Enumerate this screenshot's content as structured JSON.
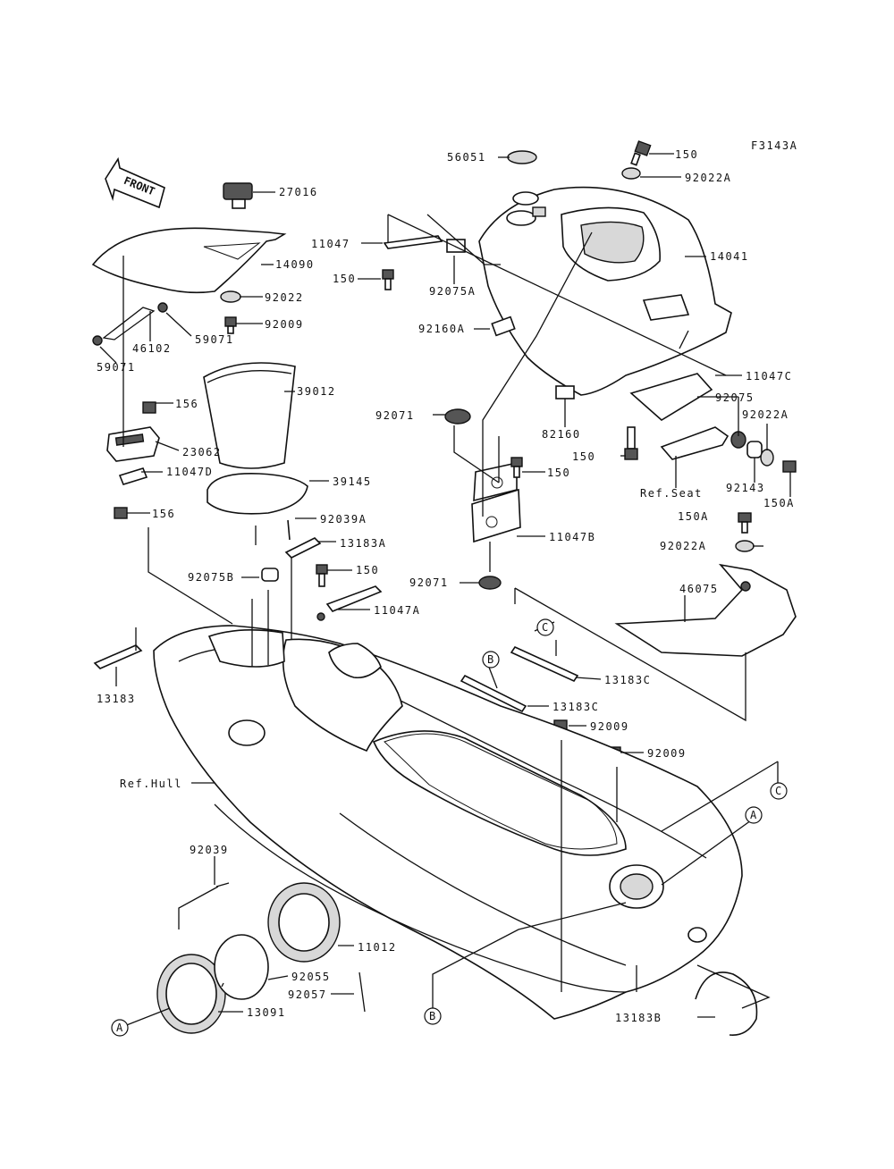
{
  "figure_code": "F3143A",
  "front_label": "FRONT",
  "parts": [
    {
      "id": "56051",
      "label": "56051"
    },
    {
      "id": "150_top",
      "label": "150"
    },
    {
      "id": "92022A_top",
      "label": "92022A"
    },
    {
      "id": "27016",
      "label": "27016"
    },
    {
      "id": "11047",
      "label": "11047"
    },
    {
      "id": "14041",
      "label": "14041"
    },
    {
      "id": "14090",
      "label": "14090"
    },
    {
      "id": "150_a",
      "label": "150"
    },
    {
      "id": "92075A",
      "label": "92075A"
    },
    {
      "id": "92022",
      "label": "92022"
    },
    {
      "id": "92009_top",
      "label": "92009"
    },
    {
      "id": "92160A",
      "label": "92160A"
    },
    {
      "id": "46102",
      "label": "46102"
    },
    {
      "id": "59071_a",
      "label": "59071"
    },
    {
      "id": "59071_b",
      "label": "59071"
    },
    {
      "id": "11047C",
      "label": "11047C"
    },
    {
      "id": "39012",
      "label": "39012"
    },
    {
      "id": "156_a",
      "label": "156"
    },
    {
      "id": "92075",
      "label": "92075"
    },
    {
      "id": "92071_a",
      "label": "92071"
    },
    {
      "id": "92022A_mid",
      "label": "92022A"
    },
    {
      "id": "82160",
      "label": "82160"
    },
    {
      "id": "23062",
      "label": "23062"
    },
    {
      "id": "150_b",
      "label": "150"
    },
    {
      "id": "11047D",
      "label": "11047D"
    },
    {
      "id": "150_c",
      "label": "150"
    },
    {
      "id": "ref_seat",
      "label": "Ref.Seat"
    },
    {
      "id": "92143",
      "label": "92143"
    },
    {
      "id": "150A_a",
      "label": "150A"
    },
    {
      "id": "39145",
      "label": "39145"
    },
    {
      "id": "156_b",
      "label": "156"
    },
    {
      "id": "150A_b",
      "label": "150A"
    },
    {
      "id": "11047B",
      "label": "11047B"
    },
    {
      "id": "92039A",
      "label": "92039A"
    },
    {
      "id": "13183A",
      "label": "13183A"
    },
    {
      "id": "92022A_low",
      "label": "92022A"
    },
    {
      "id": "92075B",
      "label": "92075B"
    },
    {
      "id": "150_d",
      "label": "150"
    },
    {
      "id": "92071_b",
      "label": "92071"
    },
    {
      "id": "46075",
      "label": "46075"
    },
    {
      "id": "11047A",
      "label": "11047A"
    },
    {
      "id": "13183C_a",
      "label": "13183C"
    },
    {
      "id": "13183",
      "label": "13183"
    },
    {
      "id": "13183C_b",
      "label": "13183C"
    },
    {
      "id": "92009_a",
      "label": "92009"
    },
    {
      "id": "92009_b",
      "label": "92009"
    },
    {
      "id": "ref_hull",
      "label": "Ref.Hull"
    },
    {
      "id": "92039",
      "label": "92039"
    },
    {
      "id": "11012",
      "label": "11012"
    },
    {
      "id": "92055",
      "label": "92055"
    },
    {
      "id": "92057",
      "label": "92057"
    },
    {
      "id": "13091",
      "label": "13091"
    },
    {
      "id": "13183B",
      "label": "13183B"
    }
  ],
  "callouts": {
    "a_left": "A",
    "a_right": "A",
    "b_upper": "B",
    "b_lower": "B",
    "c_upper": "C",
    "c_right": "C"
  }
}
